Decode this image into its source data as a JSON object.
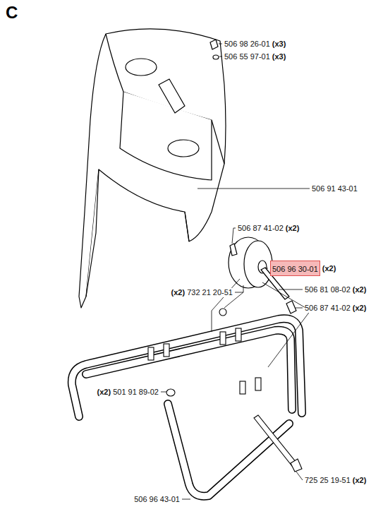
{
  "diagram": {
    "title": "C",
    "nodes": [
      {
        "text": [
          "506 96 30-01"
        ]
      }
    ],
    "labels": [
      "506 98 26-01",
      "(x3)",
      "506 55 97-01",
      "(x3)",
      "506 91 43-01",
      "506 87 41-02",
      "(x2)",
      "(x2)",
      "506 81 08-02",
      "(x2)",
      "506 87 41-02",
      "(x2)",
      "(x2)",
      "732 21 20-51",
      "(x2)",
      "501 91 89-02",
      "725 25 19-51",
      "(x2)",
      "506 96 43-01"
    ]
  }
}
